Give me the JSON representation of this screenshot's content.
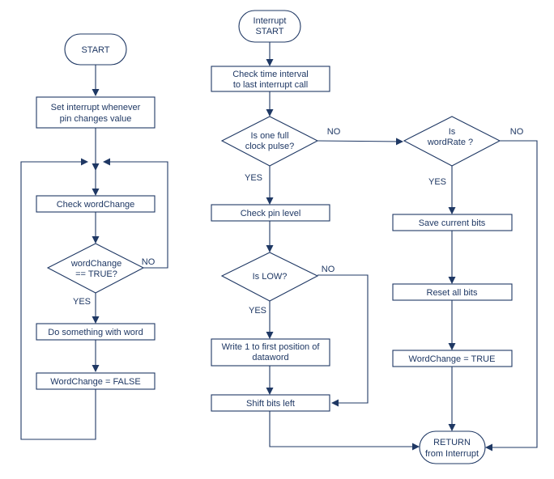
{
  "left_flow": {
    "start": "START",
    "set_interrupt": [
      "Set interrupt whenever",
      "pin changes value"
    ],
    "check_word_change": "Check wordChange",
    "decision": [
      "wordChange",
      "== TRUE?"
    ],
    "no_label": "NO",
    "yes_label": "YES",
    "do_something": "Do something with word",
    "set_false": "WordChange = FALSE"
  },
  "middle_flow": {
    "start": [
      "Interrupt",
      "START"
    ],
    "check_interval": [
      "Check time interval",
      "to last interrupt call"
    ],
    "decision_clock": [
      "Is one full",
      "clock pulse?"
    ],
    "no_label_clock": "NO",
    "yes_label_clock": "YES",
    "check_pin": "Check pin level",
    "decision_low": "Is LOW?",
    "no_label_low": "NO",
    "yes_label_low": "YES",
    "write_one": [
      "Write 1 to first position",
      "of",
      "dataword"
    ],
    "shift_bits": "Shift bits left"
  },
  "right_flow": {
    "decision_rate": [
      "Is",
      "wordRate ?"
    ],
    "no_label_rate": "NO",
    "yes_label_rate": "YES",
    "save_bits": "Save current bits",
    "reset_bits": "Reset all bits",
    "set_true": "WordChange = TRUE",
    "return": [
      "RETURN",
      "from Interrupt"
    ]
  }
}
